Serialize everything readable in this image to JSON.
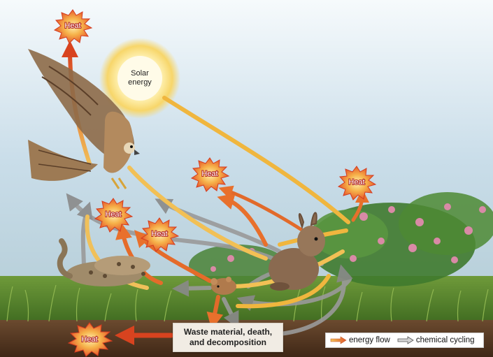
{
  "diagram": {
    "sun_label_line1": "Solar",
    "sun_label_line2": "energy",
    "heat_labels": [
      "Heat",
      "Heat",
      "Heat",
      "Heat",
      "Heat",
      "Heat"
    ],
    "waste_line1": "Waste material, death,",
    "waste_line2": "and decomposition",
    "organisms": [
      "hawk-icon",
      "rabbit-icon",
      "snake-icon",
      "mouse-icon",
      "clover-plants-icon",
      "sun-icon"
    ]
  },
  "legend": {
    "energy_label": "energy flow",
    "chemical_label": "chemical cycling"
  },
  "colors": {
    "sky_top": "#c6dceb",
    "grass": "#4f7d2a",
    "soil": "#5b3a23",
    "energy_arrow": "#f0b13a",
    "energy_arrow_hot": "#d94a22",
    "chemical_arrow": "#9c9c9c",
    "burst": "#e8522a"
  }
}
